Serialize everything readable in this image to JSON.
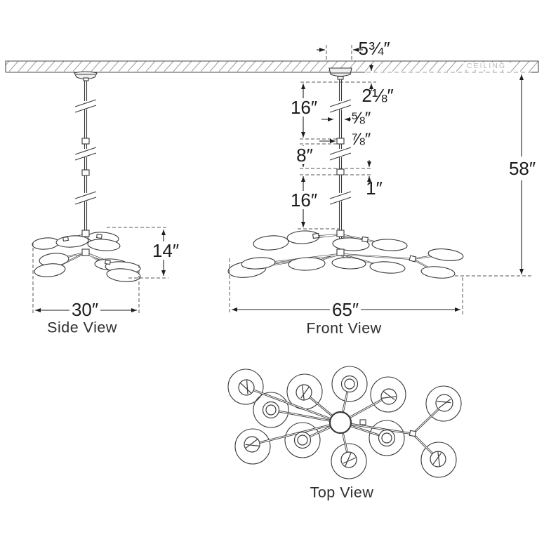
{
  "drawing": {
    "title_context": "chandelier installation dimension drawing",
    "ceiling_label": "CEILING",
    "views": {
      "side": "Side View",
      "front": "Front View",
      "top": "Top View"
    },
    "dimensions": {
      "canopy_width": "5¾″",
      "ceiling_to_canopy": "2⅛″",
      "upper_rod_length": "16″",
      "rod_diameter": "⅝″",
      "connector_width": "⅞″",
      "mid_rod_length": "8″",
      "connector_height": "1″",
      "lower_rod_length": "16″",
      "overall_drop": "58″",
      "fixture_height": "14″",
      "side_width": "30″",
      "front_width": "65″"
    }
  }
}
